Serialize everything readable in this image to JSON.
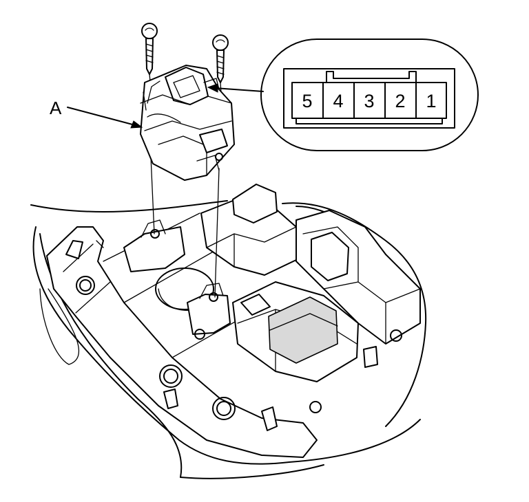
{
  "callout": {
    "part_label": "A"
  },
  "connector": {
    "pins": [
      "5",
      "4",
      "3",
      "2",
      "1"
    ]
  }
}
